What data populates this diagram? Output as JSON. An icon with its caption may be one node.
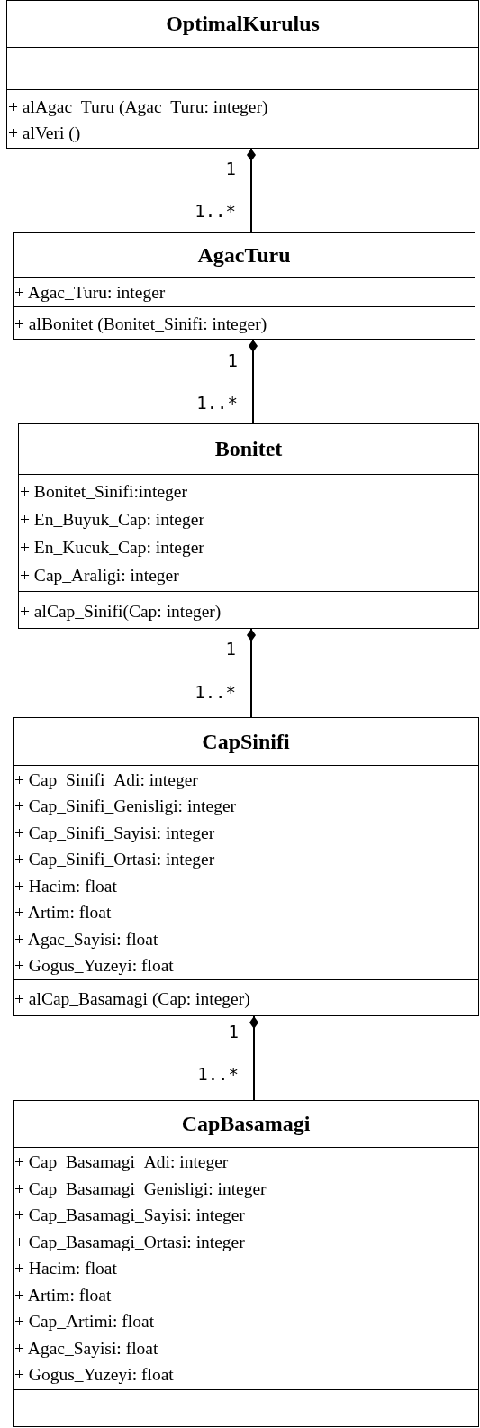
{
  "diagram": {
    "nodes": [
      {
        "text": [
          "OptimalKurulus"
        ]
      },
      {
        "text": [],
        "shape": "box",
        "in": 0
      },
      {
        "text": [
          "+ alAgac_Turu (Agac_Turu: integer)",
          "+ alVeri ()"
        ],
        "in": 0
      },
      {
        "text": [
          "AgacTuru"
        ]
      },
      {
        "text": [
          "+ Agac_Turu: integer"
        ],
        "in": 3
      },
      {
        "text": [
          "+ alBonitet (Bonitet_Sinifi: integer)"
        ],
        "in": 3
      },
      {
        "text": [
          "Bonitet"
        ]
      },
      {
        "text": [
          "+ Bonitet_Sinifi:integer",
          "+ En_Buyuk_Cap: integer",
          "+ En_Kucuk_Cap: integer",
          "+ Cap_Araligi: integer"
        ],
        "in": 6
      },
      {
        "text": [
          "+ alCap_Sinifi(Cap: integer)"
        ],
        "in": 6
      },
      {
        "text": [
          "CapSinifi"
        ]
      },
      {
        "text": [
          "+ Cap_Sinifi_Adi: integer",
          "+ Cap_Sinifi_Genisligi: integer",
          "+ Cap_Sinifi_Sayisi: integer",
          "+ Cap_Sinifi_Ortasi: integer",
          "+ Hacim: float",
          "+ Artim: float",
          "+ Agac_Sayisi: float",
          "+ Gogus_Yuzeyi: float"
        ],
        "in": 9
      },
      {
        "text": [
          "+ alCap_Basamagi (Cap: integer)"
        ],
        "in": 9
      },
      {
        "text": [
          "CapBasamagi"
        ]
      },
      {
        "text": [
          "+ Cap_Basamagi_Adi: integer",
          "+ Cap_Basamagi_Genisligi: integer",
          "+ Cap_Basamagi_Sayisi: integer",
          "+ Cap_Basamagi_Ortasi: integer",
          "+ Hacim: float",
          "+ Artim: float",
          "+ Cap_Artimi: float",
          "+ Agac_Sayisi: float",
          "+ Gogus_Yuzeyi: float"
        ],
        "in": 12
      },
      {
        "text": [],
        "shape": "box",
        "in": 12
      }
    ],
    "edges": [
      {
        "from": 0,
        "to": 3,
        "arrow": "other"
      },
      {
        "from": 3,
        "to": 6,
        "arrow": "other"
      },
      {
        "from": 6,
        "to": 9,
        "arrow": "other"
      },
      {
        "from": 9,
        "to": 12,
        "arrow": "other"
      }
    ],
    "labels": [
      "1",
      "1..*",
      "1",
      "1..*",
      "1",
      "1..*",
      "1",
      "1..*"
    ]
  }
}
